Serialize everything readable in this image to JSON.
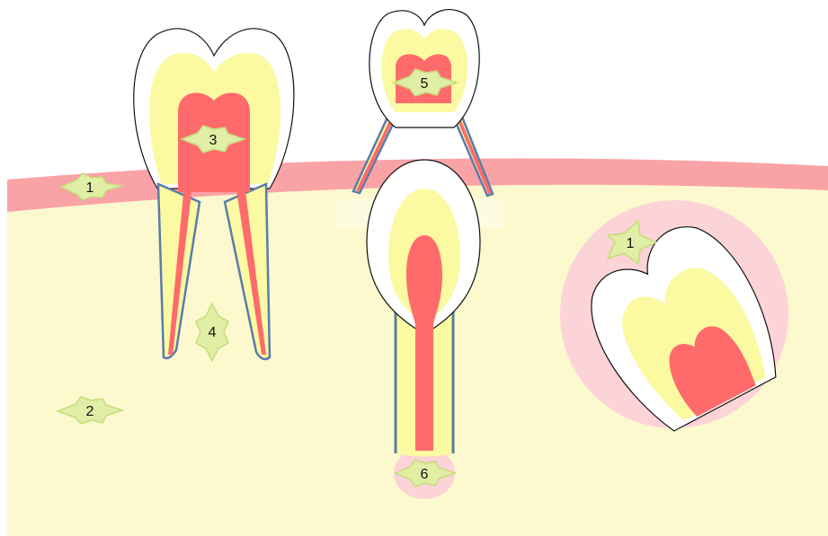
{
  "diagram": {
    "labels": {
      "gum_left": "1",
      "bone": "2",
      "molar_crown": "3",
      "molar_roots": "4",
      "upper_crown": "5",
      "root_apex": "6",
      "impacted": "1"
    },
    "colors": {
      "enamel": "#ffffff",
      "outline": "#111111",
      "dentin": "#fbf9a2",
      "pulp": "#ff6b6b",
      "gum": "#f9a3a6",
      "bone": "#fcf9cf",
      "root_outline": "#5a7cab",
      "follicle": "#fcd3d6",
      "marker_fill": "#e0eea6",
      "marker_stroke": "#c7dc7a"
    }
  }
}
